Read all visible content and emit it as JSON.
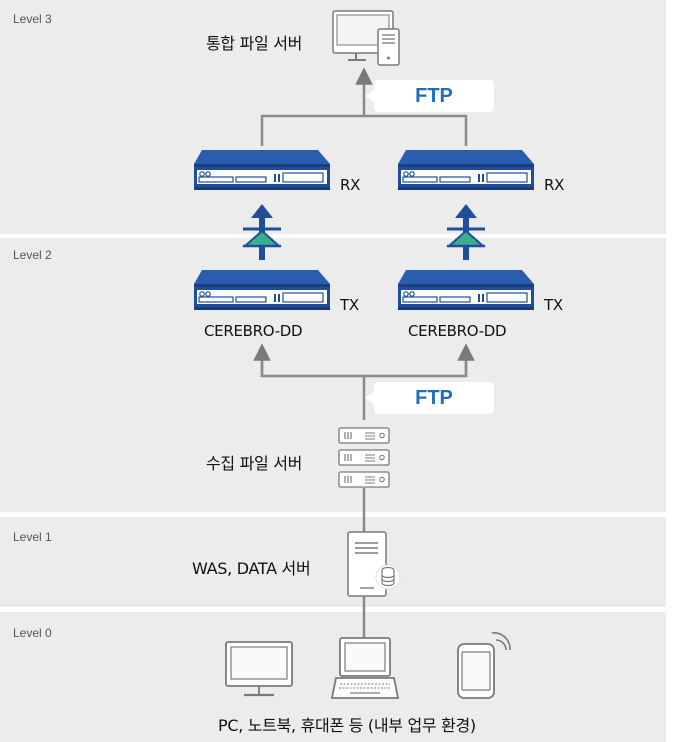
{
  "levels": [
    {
      "label": "Level 3"
    },
    {
      "label": "Level 2"
    },
    {
      "label": "Level 1"
    },
    {
      "label": "Level 0"
    }
  ],
  "nodes": {
    "integrated_server": "통합 파일 서버",
    "collection_server": "수집 파일 서버",
    "was_server": "WAS, DATA 서버",
    "clients": "PC, 노트북, 휴대폰 등 (내부 업무 환경)",
    "rx_left": "RX",
    "rx_right": "RX",
    "tx_left": "TX",
    "tx_right": "TX",
    "device_left": "CEREBRO-DD",
    "device_right": "CEREBRO-DD"
  },
  "protocols": {
    "top": "FTP",
    "middle": "FTP"
  },
  "colors": {
    "band": "#ececec",
    "device_blue": "#1f4e9a",
    "arrow_blue": "#1f4e9a",
    "diode_green": "#3daf8f",
    "connector_gray": "#8a8a8a",
    "ftp_text": "#1e6fb5"
  }
}
